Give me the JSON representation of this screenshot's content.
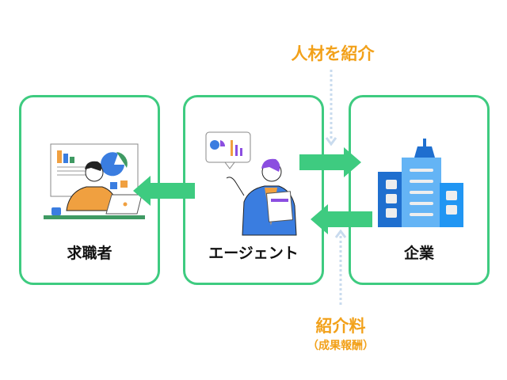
{
  "nodes": {
    "seeker": {
      "label": "求職者",
      "icon": "job-seeker-illustration"
    },
    "agent": {
      "label": "エージェント",
      "icon": "agent-illustration"
    },
    "company": {
      "label": "企業",
      "icon": "office-building-icon"
    }
  },
  "annotations": {
    "introduce": "人材を紹介",
    "fee": "紹介料",
    "fee_sub": "（成果報酬）"
  },
  "colors": {
    "border": "#3ecb80",
    "arrow": "#3ecb80",
    "annotation": "#f2a11a",
    "dotted": "#c9dbee"
  }
}
